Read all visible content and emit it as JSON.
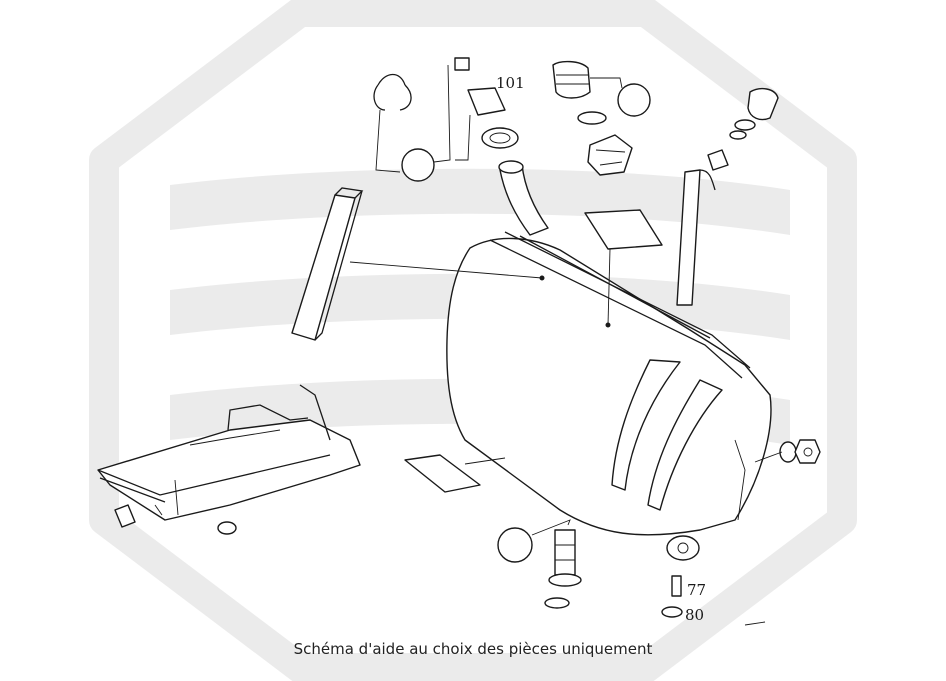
{
  "caption": "Schéma d'aide au choix des pièces uniquement",
  "watermark": {
    "name": "hexagon-brand-watermark",
    "color": "#ebebeb"
  },
  "part_labels": {
    "label_101": "101",
    "label_77": "77",
    "label_80": "80"
  }
}
